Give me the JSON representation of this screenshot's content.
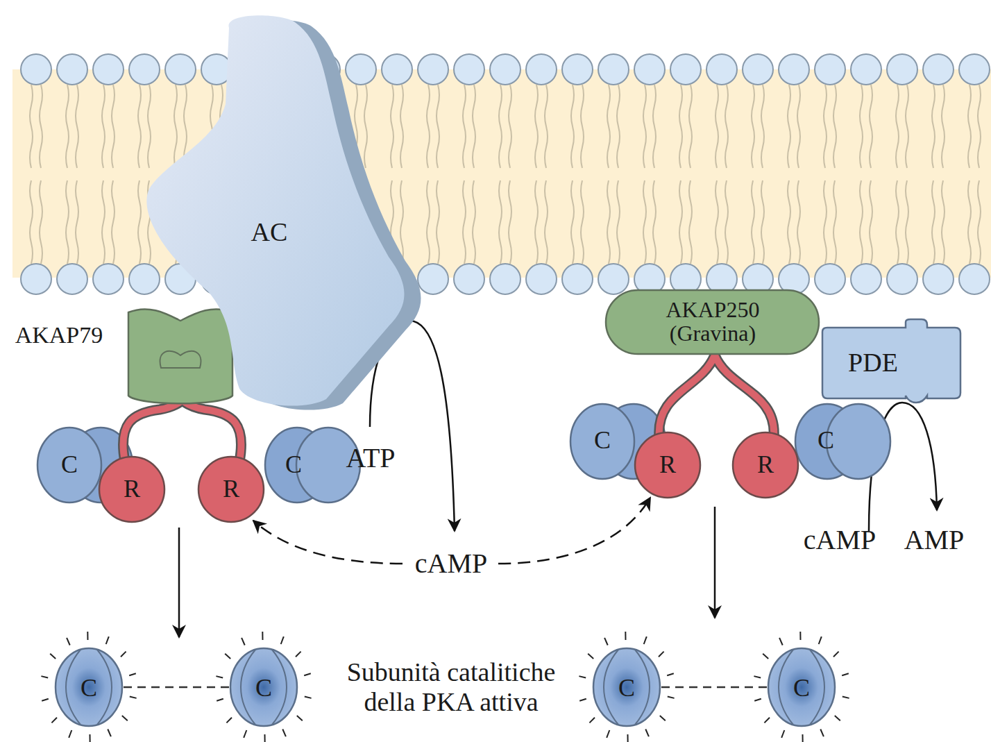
{
  "diagram": {
    "nodes": [
      {
        "text": [
          "AC"
        ]
      },
      {
        "text": [
          "AKAP79"
        ]
      },
      {
        "text": [
          "C"
        ]
      },
      {
        "text": [
          "R"
        ]
      },
      {
        "text": [
          "R"
        ]
      },
      {
        "text": [
          "C"
        ]
      },
      {
        "text": [
          "AKAP250 (Gravina)"
        ]
      },
      {
        "text": [
          "PDE"
        ]
      },
      {
        "text": [
          "C"
        ]
      },
      {
        "text": [
          "R"
        ]
      },
      {
        "text": [
          "R"
        ]
      },
      {
        "text": [
          "C"
        ]
      },
      {
        "text": [
          "C"
        ]
      },
      {
        "text": [
          "C"
        ]
      },
      {
        "text": [
          "C"
        ]
      },
      {
        "text": [
          "C"
        ]
      }
    ],
    "labels": [
      "ATP",
      "cAMP",
      "cAMP",
      "AMP",
      "Subunità catalitiche della PKA attiva"
    ]
  }
}
